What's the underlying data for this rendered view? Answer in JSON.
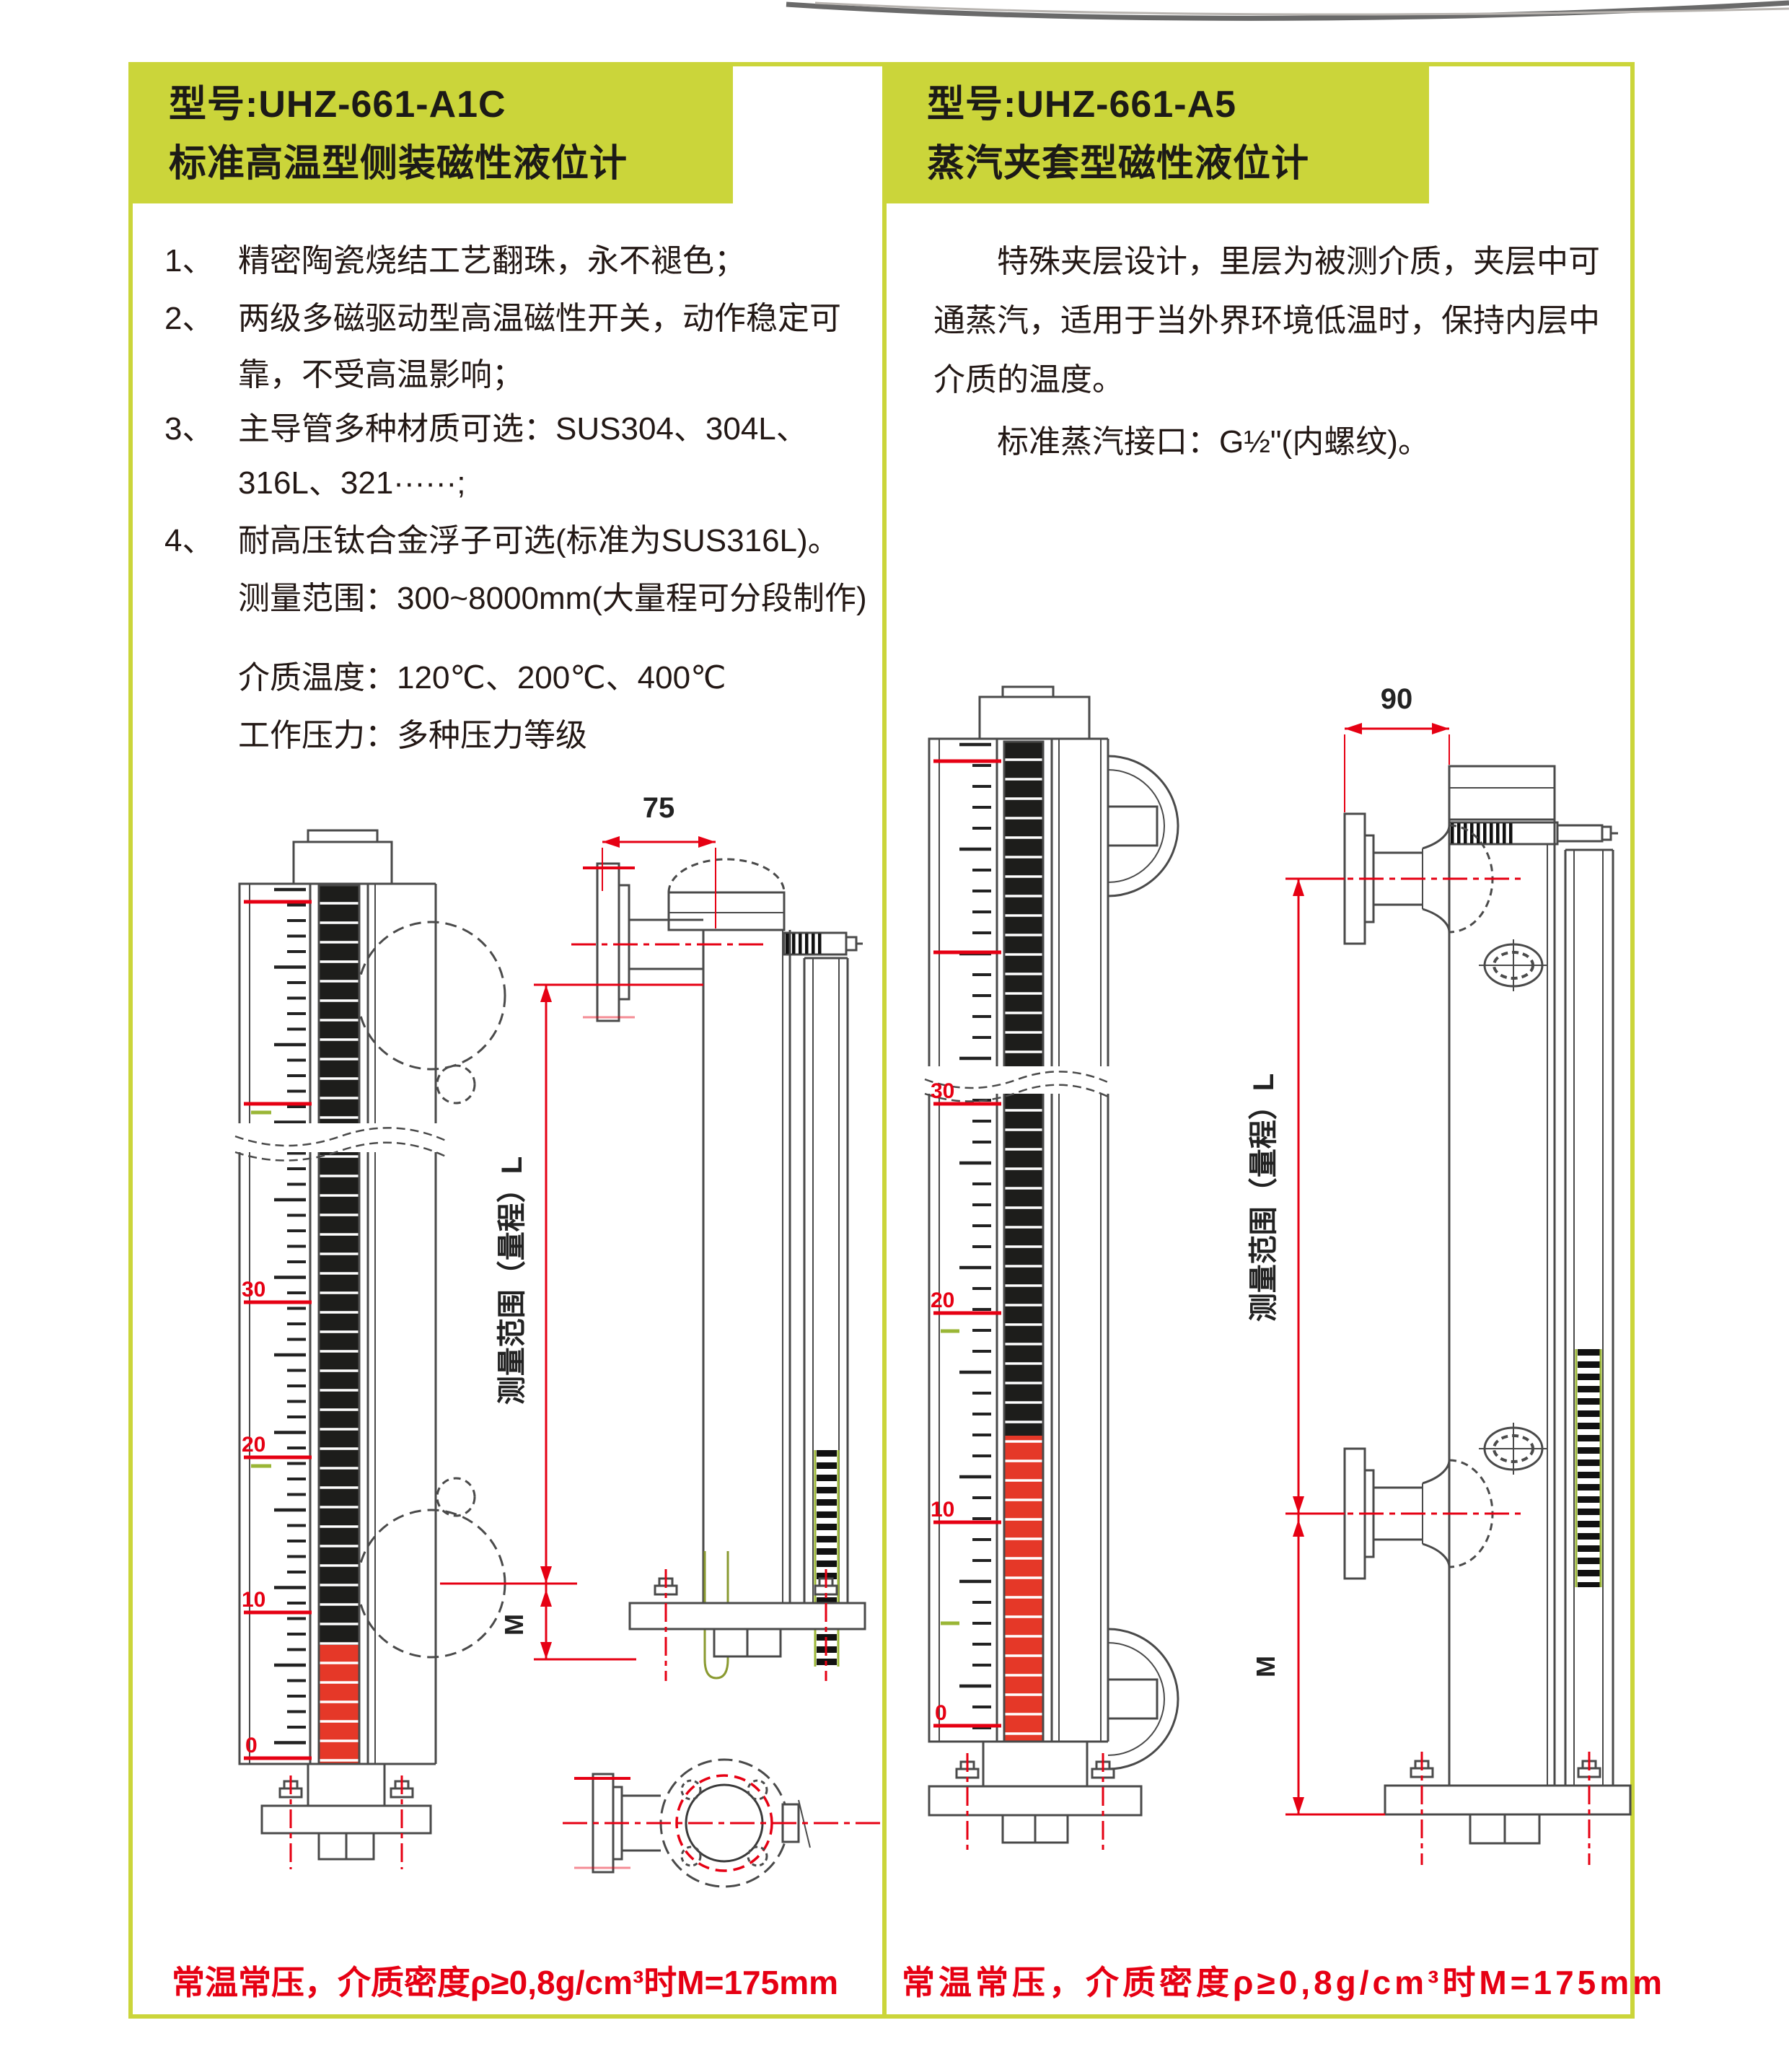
{
  "colors": {
    "green": "#cbd53a",
    "red": "#e60013",
    "flipper_red": "#e53828",
    "ink": "#231815",
    "line": "#4a4a4a"
  },
  "left": {
    "model": "型号:UHZ-661-A1C",
    "subtitle": "标准高温型侧装磁性液位计",
    "lines": [
      {
        "num": "1、",
        "text": "精密陶瓷烧结工艺翻珠，永不褪色；"
      },
      {
        "num": "2、",
        "text": "两级多磁驱动型高温磁性开关，动作稳定可"
      },
      {
        "num": "",
        "text": "靠，不受高温影响；"
      },
      {
        "num": "3、",
        "text": "主导管多种材质可选：SUS304、304L、"
      },
      {
        "num": "",
        "text": "316L、321······;"
      },
      {
        "num": "4、",
        "text": "耐高压钛合金浮子可选(标准为SUS316L)。"
      },
      {
        "num": "",
        "text": "测量范围：300~8000mm(大量程可分段制作)"
      },
      {
        "num": "",
        "text": "介质温度：120℃、200℃、400℃"
      },
      {
        "num": "",
        "text": "工作压力：多种压力等级"
      }
    ],
    "note": "常温常压，介质密度ρ≥0,8g/cm³时M=175mm",
    "drawing": {
      "top_dim": "75",
      "scale": [
        "30",
        "20",
        "10",
        "0"
      ],
      "range_label": "测量范围（量程）L",
      "m_label": "M"
    }
  },
  "right": {
    "model": "型号:UHZ-661-A5",
    "subtitle": "蒸汽夹套型磁性液位计",
    "para1": "特殊夹层设计，里层为被测介质，夹层中可通蒸汽，适用于当外界环境低温时，保持内层中介质的温度。",
    "para2": "标准蒸汽接口：G½\"(内螺纹)。",
    "note": "常温常压，介质密度ρ≥0,8g/cm³时M=175mm",
    "drawing": {
      "top_dim": "90",
      "scale": [
        "30",
        "20",
        "10",
        "0"
      ],
      "range_label": "测量范围（量程）L",
      "m_label": "M"
    }
  }
}
